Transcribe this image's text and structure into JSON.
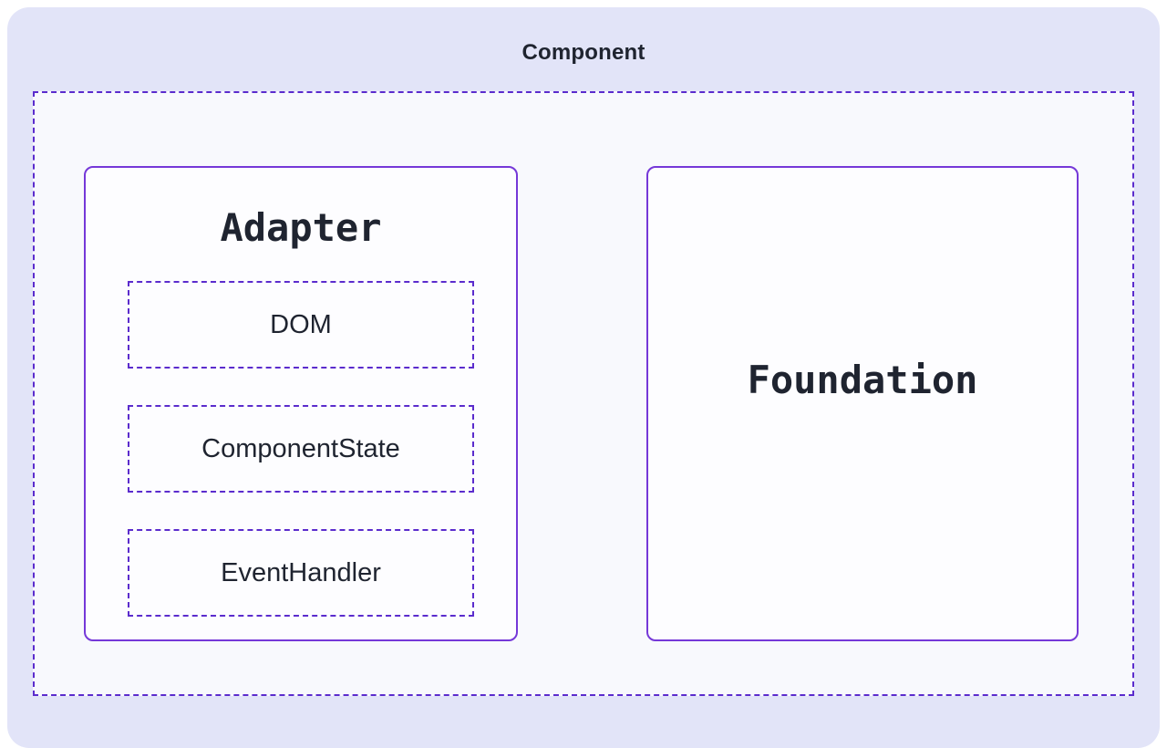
{
  "diagram": {
    "title": "Component",
    "adapter": {
      "title": "Adapter",
      "items": [
        {
          "label": "DOM"
        },
        {
          "label": "ComponentState"
        },
        {
          "label": "EventHandler"
        }
      ]
    },
    "foundation": {
      "title": "Foundation"
    }
  },
  "colors": {
    "card-bg": "#e2e4f8",
    "panel-bg": "#f8f9fd",
    "box-bg": "#fdfdff",
    "dashed-border": "#5b2ccd",
    "solid-border": "#7538d8",
    "text-dark": "#1f2430"
  }
}
